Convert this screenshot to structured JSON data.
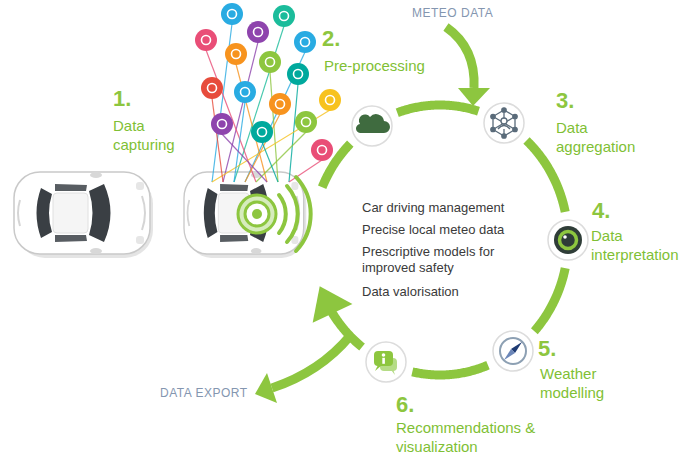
{
  "diagram": {
    "nodes": [
      {
        "text": [
          "1.",
          "Data capturing"
        ]
      },
      {
        "text": [
          "2.",
          "Pre-processing"
        ]
      },
      {
        "text": [
          "3.",
          "Data aggregation"
        ]
      },
      {
        "text": [
          "4.",
          "Data interpretation"
        ]
      },
      {
        "text": [
          "5.",
          "Weather modelling"
        ]
      },
      {
        "text": [
          "6.",
          "Recommendations & visualization"
        ]
      }
    ],
    "edges": [
      {
        "from": 0,
        "to": 1,
        "arrow": "none"
      },
      {
        "from": 1,
        "to": 2,
        "arrow": "none"
      },
      {
        "from": 2,
        "to": 3,
        "arrow": "none"
      },
      {
        "from": 3,
        "to": 4,
        "arrow": "none"
      },
      {
        "from": 4,
        "to": 5,
        "arrow": "none"
      },
      {
        "from": 5,
        "to": 0,
        "arrow": "to"
      }
    ],
    "labels": [
      "METEO DATA",
      "DATA EXPORT",
      "Car driving management",
      "Precise local meteo data",
      "Prescriptive models for improved safety",
      "Data valorisation"
    ]
  }
}
